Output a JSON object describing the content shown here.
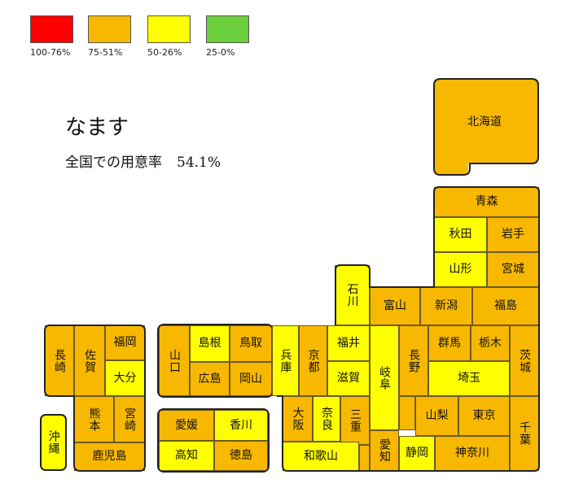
{
  "legend": {
    "items": [
      {
        "label": "100-76%",
        "color": "#ff0000"
      },
      {
        "label": "75-51%",
        "color": "#f8b800"
      },
      {
        "label": "50-26%",
        "color": "#ffff00"
      },
      {
        "label": "25-0%",
        "color": "#6ccf3c"
      }
    ]
  },
  "title": "なます",
  "subtitle": {
    "label": "全国での用意率",
    "value": "54.1%"
  },
  "prefectures": {
    "hokkaido": {
      "name": "北海道",
      "rate": "75-51%"
    },
    "aomori": {
      "name": "青森",
      "rate": "75-51%"
    },
    "akita": {
      "name": "秋田",
      "rate": "50-26%"
    },
    "iwate": {
      "name": "岩手",
      "rate": "75-51%"
    },
    "yamagata": {
      "name": "山形",
      "rate": "50-26%"
    },
    "miyagi": {
      "name": "宮城",
      "rate": "75-51%"
    },
    "ishikawa": {
      "name": "石川",
      "rate": "50-26%"
    },
    "toyama": {
      "name": "富山",
      "rate": "75-51%"
    },
    "niigata": {
      "name": "新潟",
      "rate": "75-51%"
    },
    "fukushima": {
      "name": "福島",
      "rate": "75-51%"
    },
    "nagasaki": {
      "name": "長崎",
      "rate": "75-51%"
    },
    "saga": {
      "name": "佐賀",
      "rate": "75-51%"
    },
    "fukuoka": {
      "name": "福岡",
      "rate": "75-51%"
    },
    "oita": {
      "name": "大分",
      "rate": "50-26%"
    },
    "kumamoto": {
      "name": "熊本",
      "rate": "75-51%"
    },
    "miyazaki": {
      "name": "宮崎",
      "rate": "75-51%"
    },
    "kagoshima": {
      "name": "鹿児島",
      "rate": "75-51%"
    },
    "okinawa": {
      "name": "沖縄",
      "rate": "50-26%"
    },
    "yamaguchi": {
      "name": "山口",
      "rate": "75-51%"
    },
    "shimane": {
      "name": "島根",
      "rate": "50-26%"
    },
    "tottori": {
      "name": "鳥取",
      "rate": "75-51%"
    },
    "hiroshima": {
      "name": "広島",
      "rate": "75-51%"
    },
    "okayama": {
      "name": "岡山",
      "rate": "75-51%"
    },
    "hyogo": {
      "name": "兵庫",
      "rate": "50-26%"
    },
    "kyoto": {
      "name": "京都",
      "rate": "75-51%"
    },
    "fukui": {
      "name": "福井",
      "rate": "50-26%"
    },
    "shiga": {
      "name": "滋賀",
      "rate": "50-26%"
    },
    "gifu": {
      "name": "岐阜",
      "rate": "50-26%"
    },
    "nagano": {
      "name": "長野",
      "rate": "75-51%"
    },
    "gunma": {
      "name": "群馬",
      "rate": "75-51%"
    },
    "tochigi": {
      "name": "栃木",
      "rate": "75-51%"
    },
    "ibaraki": {
      "name": "茨城",
      "rate": "75-51%"
    },
    "saitama": {
      "name": "埼玉",
      "rate": "50-26%"
    },
    "ehime": {
      "name": "愛媛",
      "rate": "75-51%"
    },
    "kagawa": {
      "name": "香川",
      "rate": "50-26%"
    },
    "kochi": {
      "name": "高知",
      "rate": "50-26%"
    },
    "tokushima": {
      "name": "徳島",
      "rate": "75-51%"
    },
    "osaka": {
      "name": "大阪",
      "rate": "75-51%"
    },
    "nara": {
      "name": "奈良",
      "rate": "50-26%"
    },
    "mie": {
      "name": "三重",
      "rate": "75-51%"
    },
    "wakayama": {
      "name": "和歌山",
      "rate": "50-26%"
    },
    "aichi": {
      "name": "愛知",
      "rate": "75-51%"
    },
    "shizuoka": {
      "name": "静岡",
      "rate": "50-26%"
    },
    "yamanashi": {
      "name": "山梨",
      "rate": "75-51%"
    },
    "tokyo": {
      "name": "東京",
      "rate": "75-51%"
    },
    "kanagawa": {
      "name": "神奈川",
      "rate": "75-51%"
    },
    "chiba": {
      "name": "千葉",
      "rate": "75-51%"
    }
  }
}
